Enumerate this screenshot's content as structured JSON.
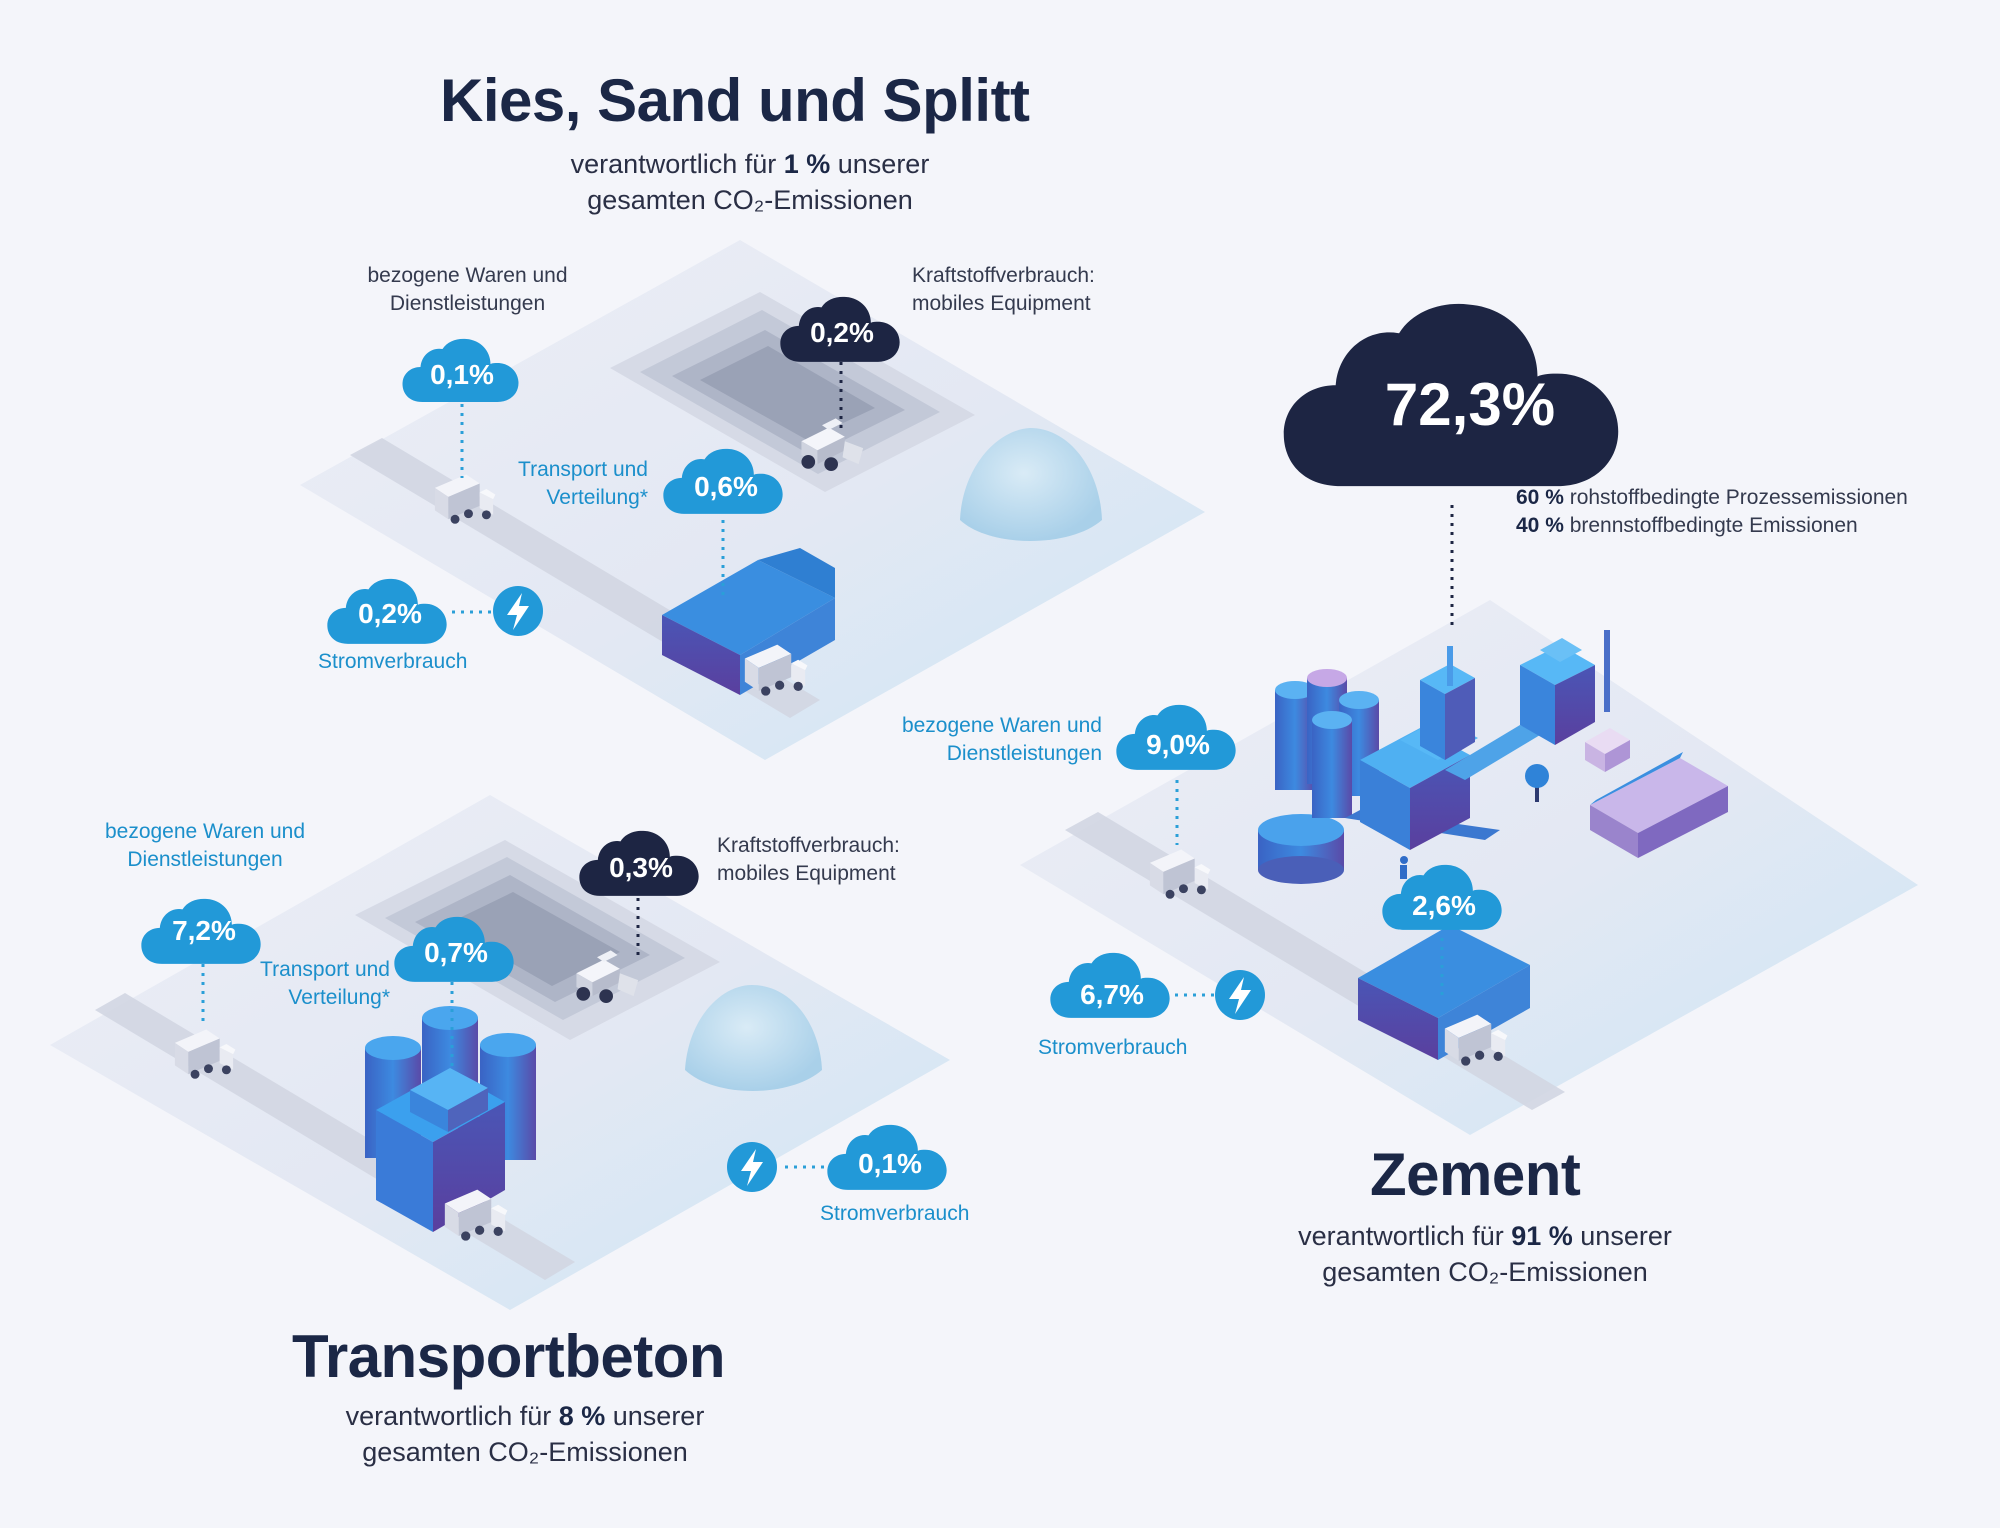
{
  "colors": {
    "navy": "#1b2746",
    "cloud_blue": "#2299d8",
    "cloud_dark": "#1d2543",
    "label_blue": "#1b8fcb",
    "ground": "#e6e9f3",
    "ground_light": "#cfe6f4",
    "building_blue": "#2f86d6",
    "building_purple": "#5b4aa8"
  },
  "kies": {
    "title": "Kies, Sand und Splitt",
    "sub_pre": "verantwortlich für ",
    "sub_pct": "1 %",
    "sub_post": " unserer",
    "sub_line2": "gesamten CO₂-Emissionen",
    "waren_l1": "bezogene Waren und",
    "waren_l2": "Dienstleistungen",
    "waren_val": "0,1%",
    "kraft_l1": "Kraftstoffverbrauch:",
    "kraft_l2": "mobiles Equipment",
    "kraft_val": "0,2%",
    "transport_l1": "Transport und",
    "transport_l2": "Verteilung*",
    "transport_val": "0,6%",
    "strom_label": "Stromverbrauch",
    "strom_val": "0,2%"
  },
  "beton": {
    "title": "Transportbeton",
    "sub_pre": "verantwortlich für ",
    "sub_pct": "8 %",
    "sub_post": " unserer",
    "sub_line2": "gesamten CO₂-Emissionen",
    "waren_l1": "bezogene Waren und",
    "waren_l2": "Dienstleistungen",
    "waren_val": "7,2%",
    "kraft_l1": "Kraftstoffverbrauch:",
    "kraft_l2": "mobiles Equipment",
    "kraft_val": "0,3%",
    "transport_l1": "Transport und",
    "transport_l2": "Verteilung*",
    "transport_val": "0,7%",
    "strom_label": "Stromverbrauch",
    "strom_val": "0,1%"
  },
  "zement": {
    "title": "Zement",
    "sub_pre": "verantwortlich für ",
    "sub_pct": "91 %",
    "sub_post": " unserer",
    "sub_line2": "gesamten CO₂-Emissionen",
    "main_val": "72,3%",
    "proc_pct": "60 %",
    "proc_label": " rohstoffbedingte Prozessemissionen",
    "fuel_pct": "40 %",
    "fuel_label": " brennstoffbedingte Emissionen",
    "waren_l1": "bezogene Waren und",
    "waren_l2": "Dienstleistungen",
    "waren_val": "9,0%",
    "transport_val": "2,6%",
    "strom_label": "Stromverbrauch",
    "strom_val": "6,7%"
  },
  "icons": [
    "lightning-icon",
    "truck-icon",
    "loader-icon",
    "cloud-icon",
    "silo-icon",
    "warehouse-icon",
    "factory-icon",
    "tree-icon",
    "person-icon"
  ]
}
